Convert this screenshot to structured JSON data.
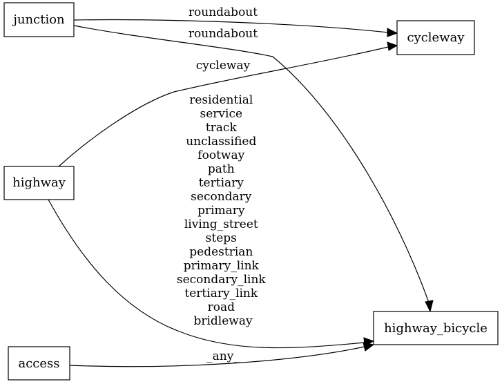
{
  "nodes": {
    "junction": "junction",
    "cycleway": "cycleway",
    "highway": "highway",
    "highway_bicycle": "highway_bicycle",
    "access": "access"
  },
  "edges": {
    "junction_to_cycleway": "roundabout",
    "junction_to_highway_bicycle": "roundabout",
    "highway_to_cycleway": "cycleway",
    "highway_to_highway_bicycle": [
      "residential",
      "service",
      "track",
      "unclassified",
      "footway",
      "path",
      "tertiary",
      "secondary",
      "primary",
      "living_street",
      "steps",
      "pedestrian",
      "primary_link",
      "secondary_link",
      "tertiary_link",
      "road",
      "bridleway"
    ],
    "access_to_highway_bicycle": "_any_"
  }
}
